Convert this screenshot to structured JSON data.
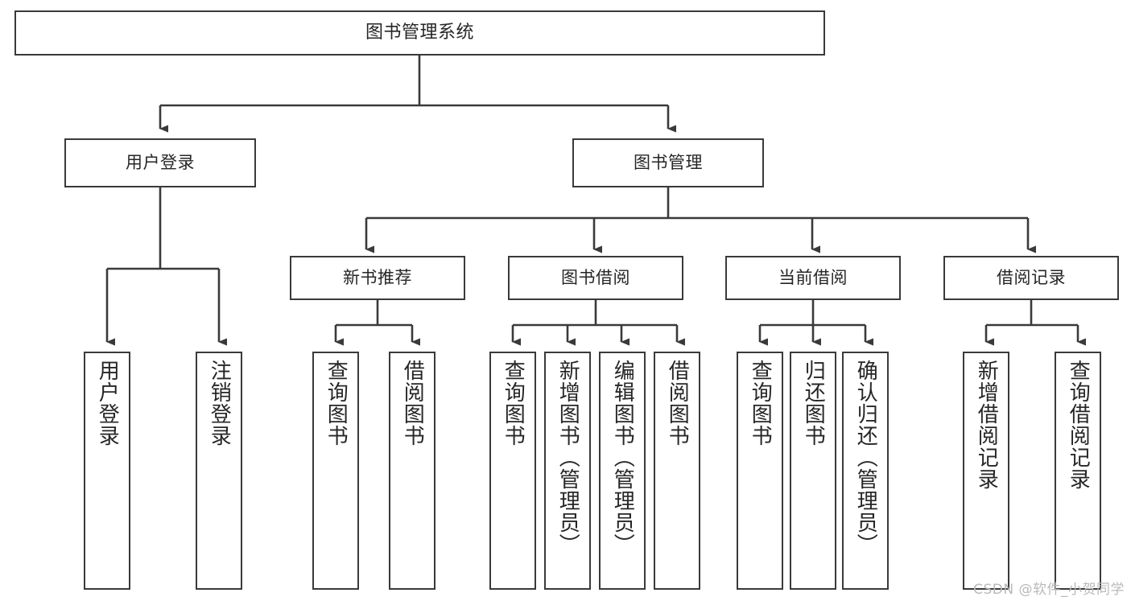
{
  "diagram": {
    "title": "图书管理系统",
    "watermark": "CSDN @软件_小贺同学",
    "colors": {
      "stroke": "#3a3a3a",
      "fill": "#ffffff",
      "text": "#262626",
      "watermark": "#b9b9b9"
    },
    "levels": {
      "root": {
        "label": "图书管理系统"
      },
      "level1": [
        {
          "label": "用户登录"
        },
        {
          "label": "图书管理"
        }
      ],
      "level2": [
        {
          "label": "新书推荐"
        },
        {
          "label": "图书借阅"
        },
        {
          "label": "当前借阅"
        },
        {
          "label": "借阅记录"
        }
      ],
      "leaves": {
        "user_login": [
          {
            "label": "用户登录"
          },
          {
            "label": "注销登录"
          }
        ],
        "new_book": [
          {
            "label": "查询图书"
          },
          {
            "label": "借阅图书"
          }
        ],
        "book_borrow": [
          {
            "label": "查询图书"
          },
          {
            "label": "新增图书（管理员）"
          },
          {
            "label": "编辑图书（管理员）"
          },
          {
            "label": "借阅图书"
          }
        ],
        "current_borrow": [
          {
            "label": "查询图书"
          },
          {
            "label": "归还图书"
          },
          {
            "label": "确认归还（管理员）"
          }
        ],
        "borrow_record": [
          {
            "label": "新增借阅记录"
          },
          {
            "label": "查询借阅记录"
          }
        ]
      }
    }
  }
}
